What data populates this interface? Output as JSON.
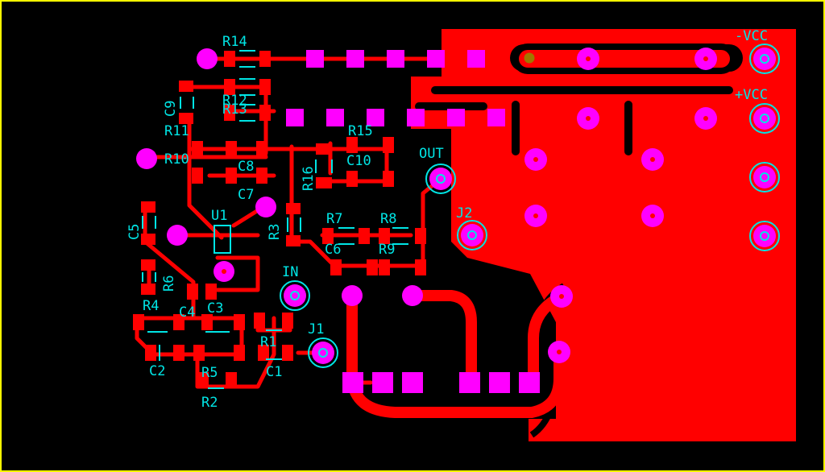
{
  "colors": {
    "background": "#000000",
    "border": "#FFFF00",
    "copper": "#FF0000",
    "pad": "#FF00FF",
    "silkscreen": "#00E5E5",
    "drill": "#A07800"
  },
  "components": {
    "R14": "R14",
    "R12": "R12",
    "R13": "R13",
    "C9": "C9",
    "R11": "R11",
    "R10": "R10",
    "C8": "C8",
    "C7": "C7",
    "R16": "R16",
    "R15": "R15",
    "C10": "C10",
    "OUT": "OUT",
    "C5": "C5",
    "U1": "U1",
    "R3": "R3",
    "R7": "R7",
    "R8": "R8",
    "J2": "J2",
    "C6": "C6",
    "R9": "R9",
    "R6": "R6",
    "IN": "IN",
    "R4": "R4",
    "C4": "C4",
    "C3": "C3",
    "J1": "J1",
    "R1": "R1",
    "C2": "C2",
    "R5": "R5",
    "C1": "C1",
    "R2": "R2"
  },
  "power_labels": {
    "neg_vcc": "-VCC",
    "pos_vcc": "+VCC"
  }
}
